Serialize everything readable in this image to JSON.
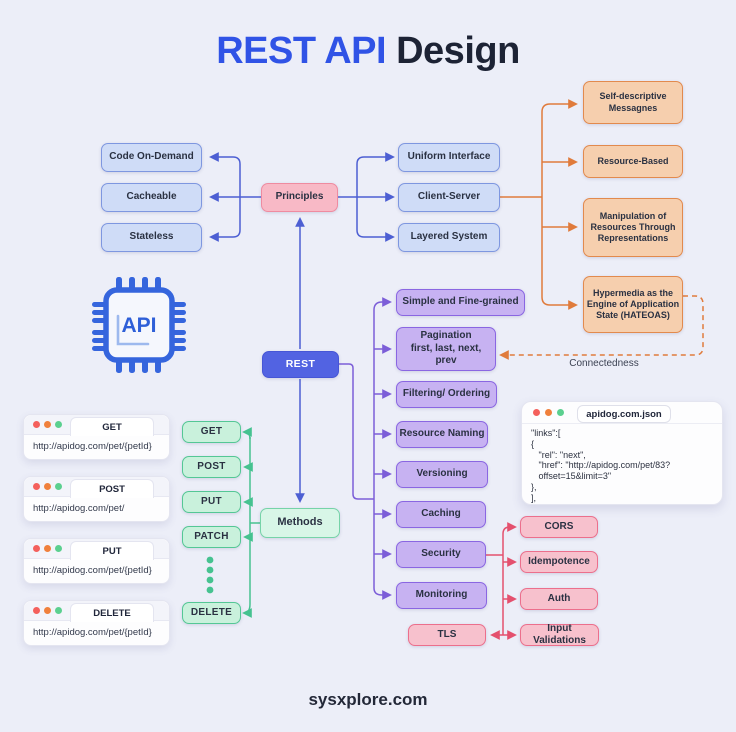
{
  "title": {
    "highlight": "REST API",
    "rest": " Design"
  },
  "footer": {
    "site": "sysxplore.com"
  },
  "chip": {
    "label": "API"
  },
  "colors": {
    "title_blue": "#3053e6",
    "blue_line": "#4d5fd3",
    "purple_line": "#7c5ed8",
    "orange_line": "#e07b3c",
    "green_line": "#46c290",
    "pink_line": "#e4506e"
  },
  "principles": {
    "hub": "Principles",
    "left": [
      "Code On-Demand",
      "Cacheable",
      "Stateless"
    ],
    "right": [
      "Uniform Interface",
      "Client-Server",
      "Layered System"
    ]
  },
  "constraints": {
    "items": [
      "Self-descriptive Messagnes",
      "Resource-Based",
      "Manipulation of Resources Through Representations",
      "Hypermedia as the Engine of Application State (HATEOAS)"
    ],
    "connectedness": "Connectedness"
  },
  "rest": {
    "hub": "REST"
  },
  "design": {
    "simple": "Simple and Fine-grained",
    "pagination_title": "Pagination",
    "pagination_sub": "first, last, next, prev",
    "filtering": "Filtering/ Ordering",
    "resource_naming": "Resource Naming",
    "versioning": "Versioning",
    "caching": "Caching",
    "security": "Security",
    "monitoring": "Monitoring"
  },
  "methods": {
    "hub": "Methods",
    "items": [
      "GET",
      "POST",
      "PUT",
      "PATCH",
      "DELETE"
    ]
  },
  "requests": [
    {
      "method": "GET",
      "url": "http://apidog.com/pet/{petId}"
    },
    {
      "method": "POST",
      "url": "http://apidog.com/pet/"
    },
    {
      "method": "PUT",
      "url": "http://apidog.com/pet/{petId}"
    },
    {
      "method": "DELETE",
      "url": "http://apidog.com/pet/{petId}"
    }
  ],
  "json_card": {
    "tab": "apidog.com.json",
    "lines": [
      "\"links\":[",
      "{",
      "   \"rel\": \"next\",",
      "   \"href\": \"http://apidog.com/pet/83?",
      "   offset=15&limit=3\"",
      "},",
      "],"
    ]
  },
  "security_items": [
    "CORS",
    "Idempotence",
    "Auth",
    "Input Validations"
  ],
  "tls": "TLS"
}
